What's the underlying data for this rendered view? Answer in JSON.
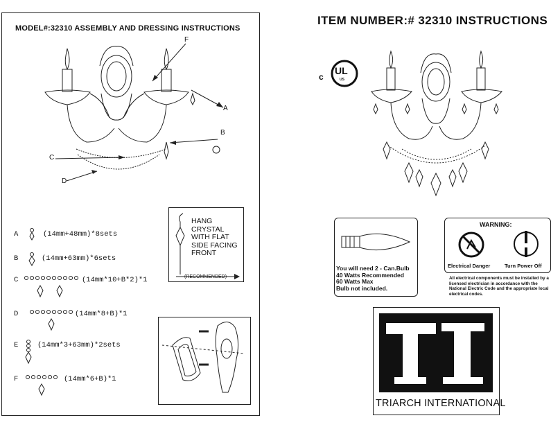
{
  "left": {
    "model_title": "MODEL#:32310   ASSEMBLY AND DRESSING INSTRUCTIONS",
    "callouts": {
      "a": "A",
      "b": "B",
      "c": "C",
      "d": "D",
      "f": "F"
    },
    "parts": [
      {
        "letter": "A",
        "spec": "(14mm+48mm)*8sets"
      },
      {
        "letter": "B",
        "spec": "(14mm+63mm)*6sets"
      },
      {
        "letter": "C",
        "spec": "(14mm*10+B*2)*1"
      },
      {
        "letter": "D",
        "spec": "(14mm*8+B)*1"
      },
      {
        "letter": "E",
        "spec": "(14mm*3+63mm)*2sets"
      },
      {
        "letter": "F",
        "spec": "(14mm*6+B)*1"
      }
    ],
    "hang_box": {
      "lines": [
        "HANG",
        "CRYSTAL",
        "WITH FLAT",
        "SIDE FACING",
        "FRONT"
      ],
      "recommended": "(RECOMMENDED)"
    }
  },
  "right": {
    "item_title": "ITEM NUMBER:# 32310   INSTRUCTIONS",
    "ul": {
      "c": "c",
      "ul": "UL",
      "us": "US"
    },
    "bulb_text": [
      "You will need 2 - Can.Bulb",
      "40 Watts Recommended",
      "60 Watts Max",
      "Bulb not included."
    ],
    "warning": {
      "title": "WARNING:",
      "electrical_danger": "Electrical Danger",
      "turn_power_off": "Turn Power Off",
      "note": "All electrical components must be installed by a licensed electrician in accordance with the National Electric Code and the appropriate local electrical codes."
    },
    "logo": {
      "letters": "TI",
      "company": "TRIARCH INTERNATIONAL"
    }
  }
}
